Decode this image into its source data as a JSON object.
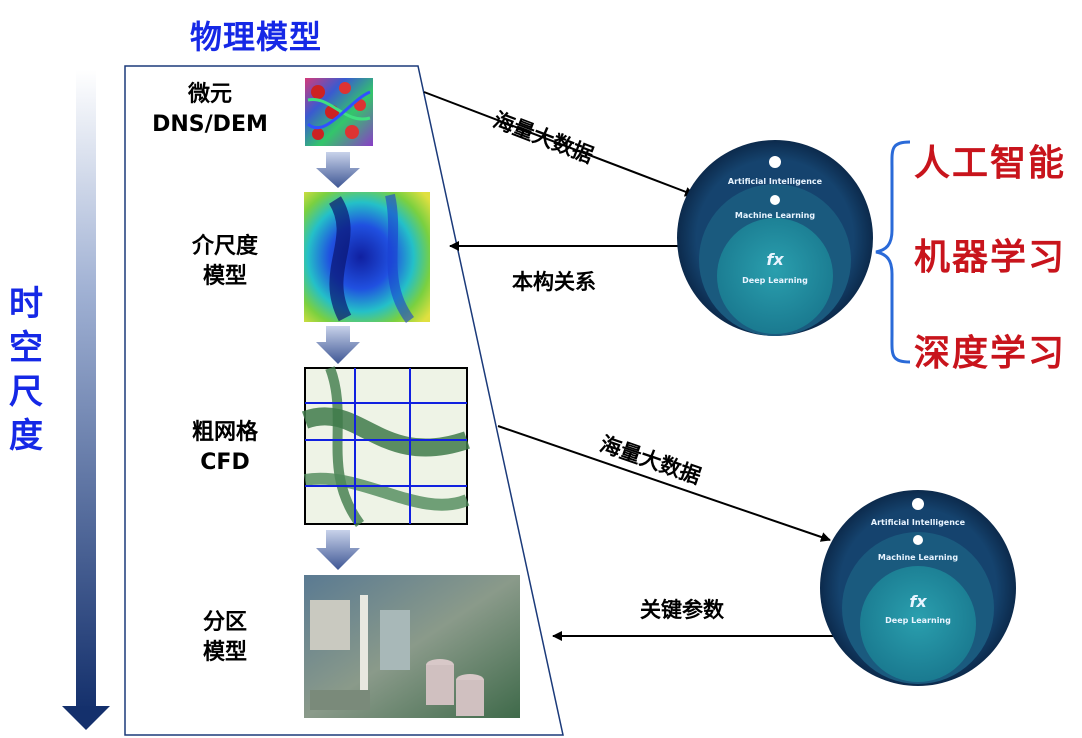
{
  "title": "物理模型",
  "axis_label": "时空尺度",
  "stages": [
    {
      "line1": "微元",
      "line2": "DNS/DEM"
    },
    {
      "line1": "介尺度",
      "line2": "模型"
    },
    {
      "line1": "粗网格",
      "line2": "CFD"
    },
    {
      "line1": "分区",
      "line2": "模型"
    }
  ],
  "edges": {
    "big_data_1": "海量大数据",
    "constitutive": "本构关系",
    "big_data_2": "海量大数据",
    "key_params": "关键参数"
  },
  "ai_circle": {
    "outer": "Artificial Intelligence",
    "middle": "Machine Learning",
    "inner": "Deep Learning",
    "fx": "fx"
  },
  "ai_terms": [
    "人工智能",
    "机器学习",
    "深度学习"
  ],
  "colors": {
    "title_blue": "#1528e6",
    "ai_red": "#c8141c",
    "arrow_navy": "#1a3470"
  }
}
